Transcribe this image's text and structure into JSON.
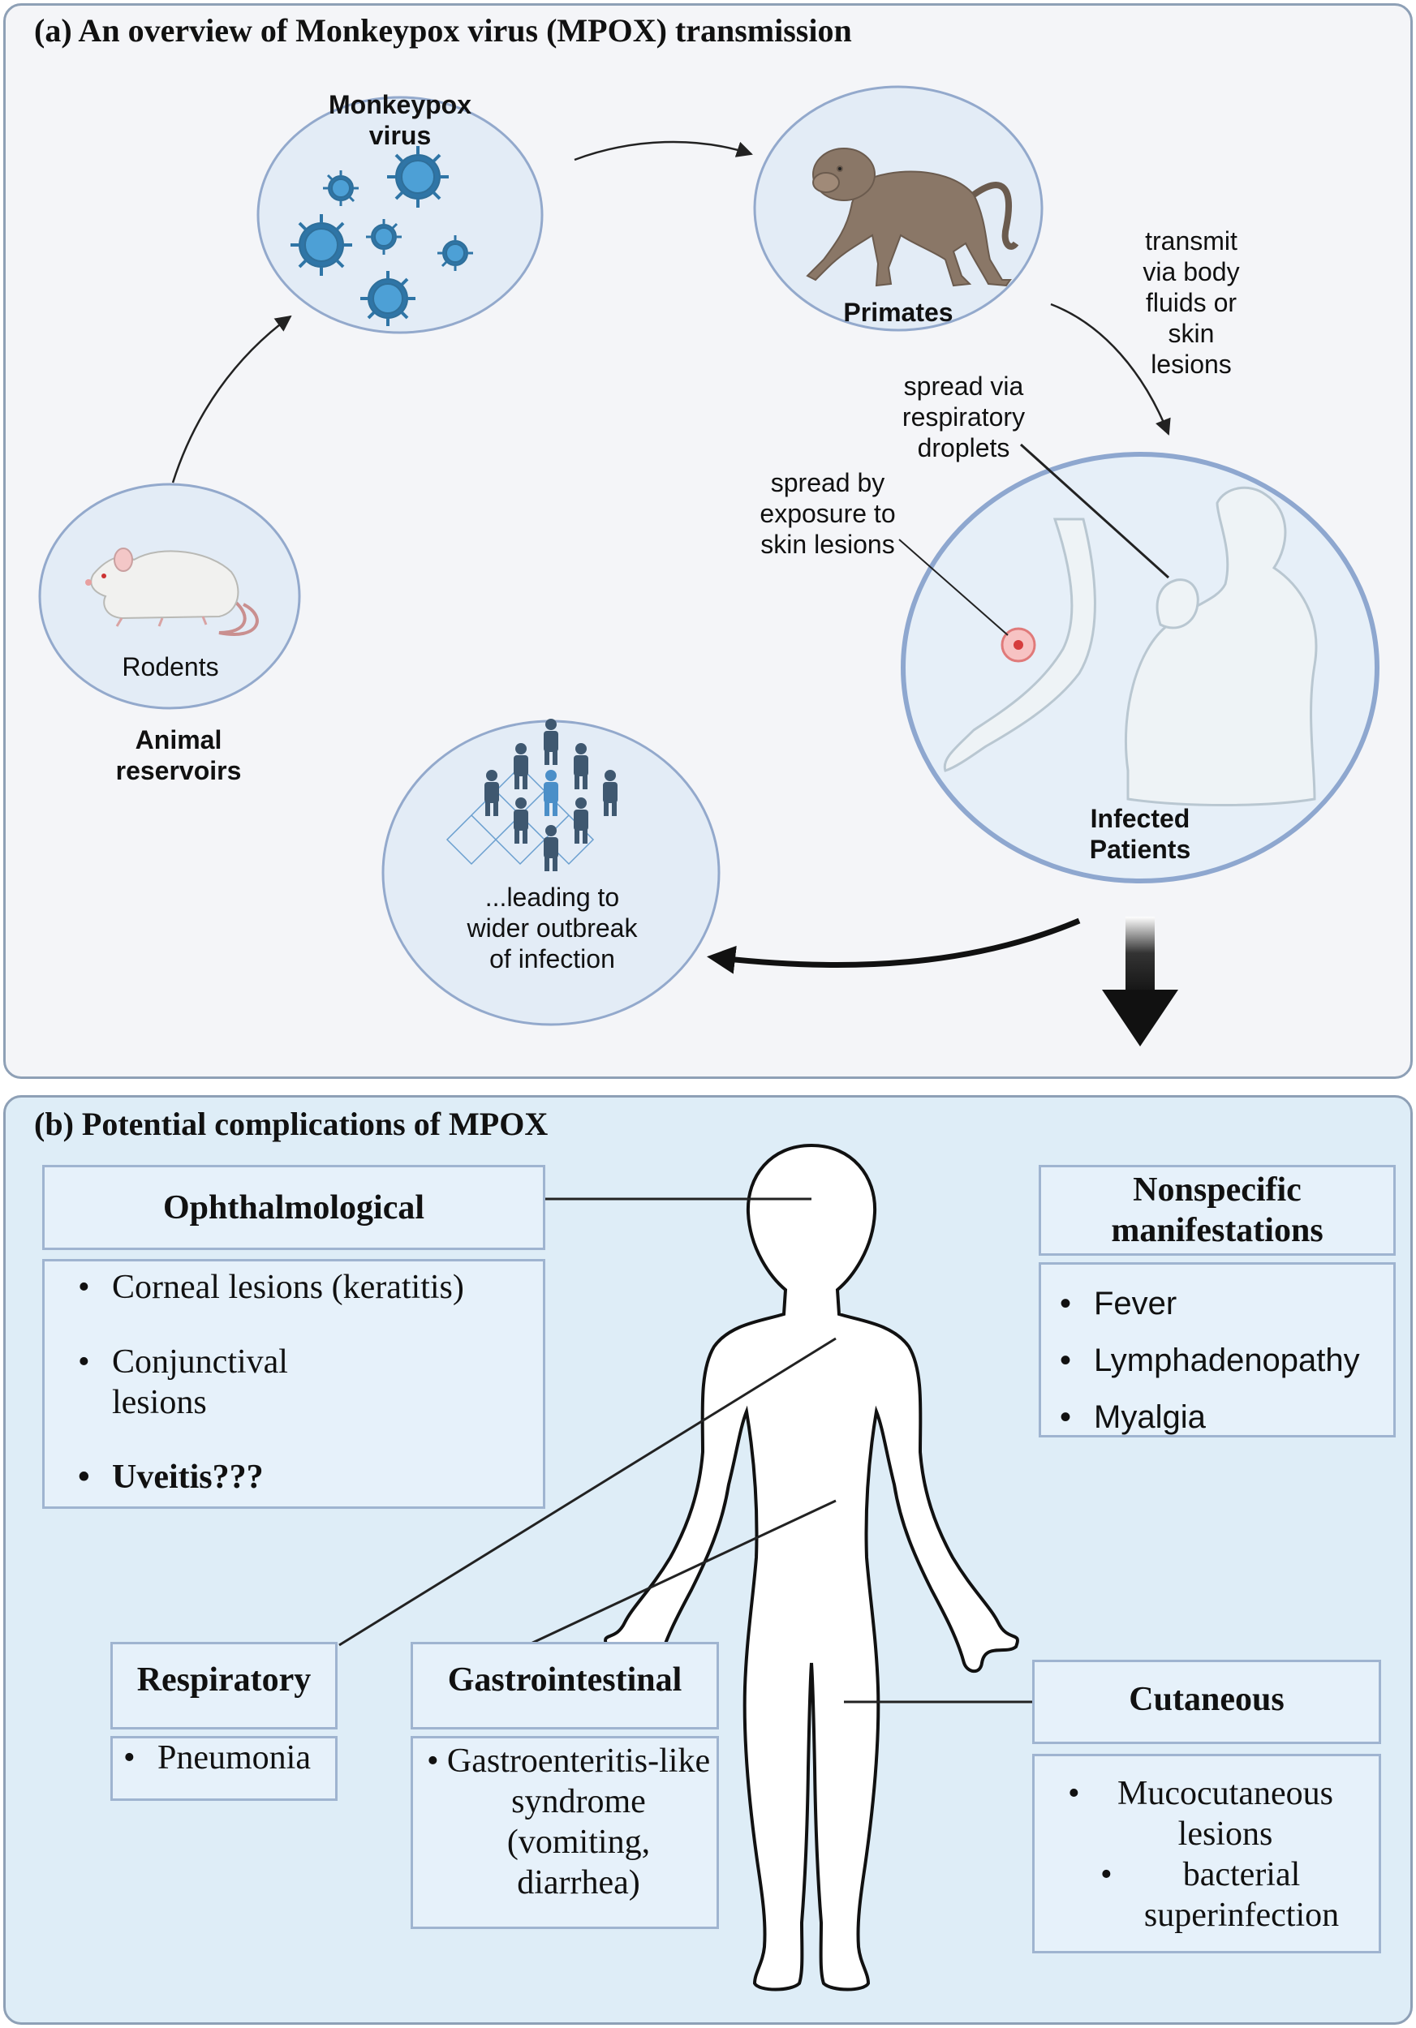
{
  "panel_a": {
    "title": "(a) An overview of Monkeypox virus (MPOX) transmission",
    "monkeypox": "Monkeypox virus",
    "primates": "Primates",
    "transmit_body_fluids": "transmit via body fluids or skin lesions",
    "spread_respiratory": "spread via respiratory droplets",
    "spread_skin": "spread by exposure to skin lesions",
    "infected": "Infected Patients",
    "rodents": "Rodents",
    "animal_reservoirs": "Animal reservoirs",
    "outbreak": "...leading to wider outbreak of infection"
  },
  "panel_b": {
    "title": "(b) Potential complications of MPOX",
    "ophthalmological": {
      "title": "Ophthalmological",
      "items": [
        "Corneal lesions (keratitis)",
        "Conjunctival lesions",
        "Uveitis???"
      ]
    },
    "nonspecific": {
      "title": "Nonspecific manifestations",
      "items": [
        "Fever",
        "Lymphadenopathy",
        "Myalgia"
      ]
    },
    "respiratory": {
      "title": "Respiratory",
      "items": [
        "Pneumonia"
      ]
    },
    "gastrointestinal": {
      "title": "Gastrointestinal",
      "items": [
        "Gastroenteritis-like syndrome (vomiting, diarrhea)"
      ]
    },
    "cutaneous": {
      "title": "Cutaneous",
      "items": [
        "Mucocutaneous lesions",
        "bacterial superinfection"
      ]
    }
  },
  "colors": {
    "panel_border": "#8ea0b6",
    "circle_fill": "#e3ecf6",
    "circle_stroke": "#93a9cc",
    "virus": "#3b8fc6",
    "people": "#3f5870",
    "box_fill": "#e6f1fa",
    "box_border": "#9fb4d0"
  }
}
